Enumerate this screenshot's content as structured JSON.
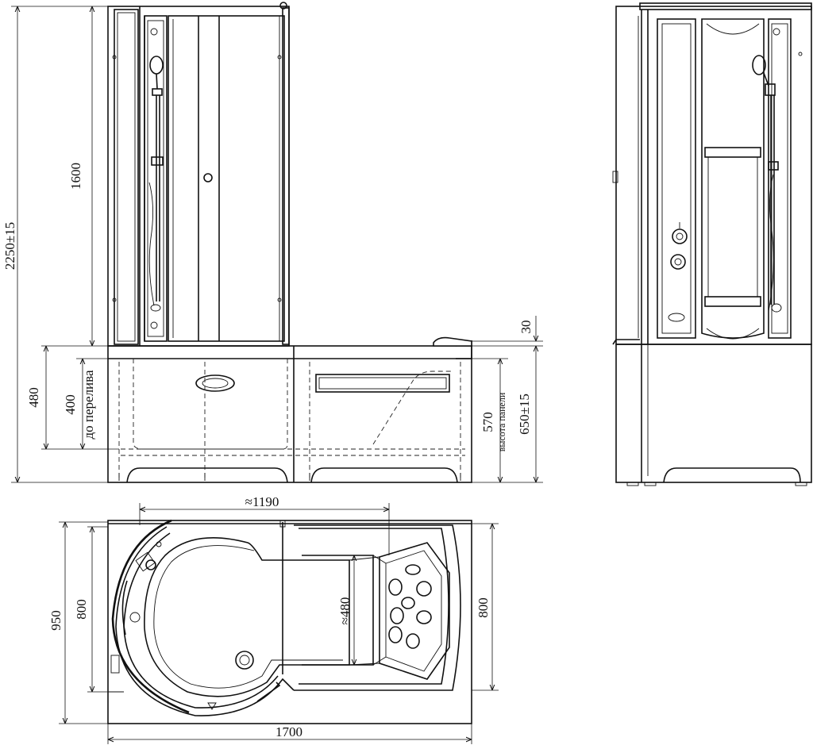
{
  "dimensions": {
    "shower_height": "1600",
    "total_height": "2250±15",
    "bath_height": "480",
    "overflow_height": "400",
    "overflow_label": "до перелива",
    "headrest_height": "30",
    "panel_height": "570",
    "panel_label": "высота панели",
    "panel_total": "650±15",
    "inner_length": "≈1190",
    "inner_width": "≈480",
    "outer_width": "950",
    "depth_left": "800",
    "depth_right": "800",
    "outer_length": "1700"
  }
}
